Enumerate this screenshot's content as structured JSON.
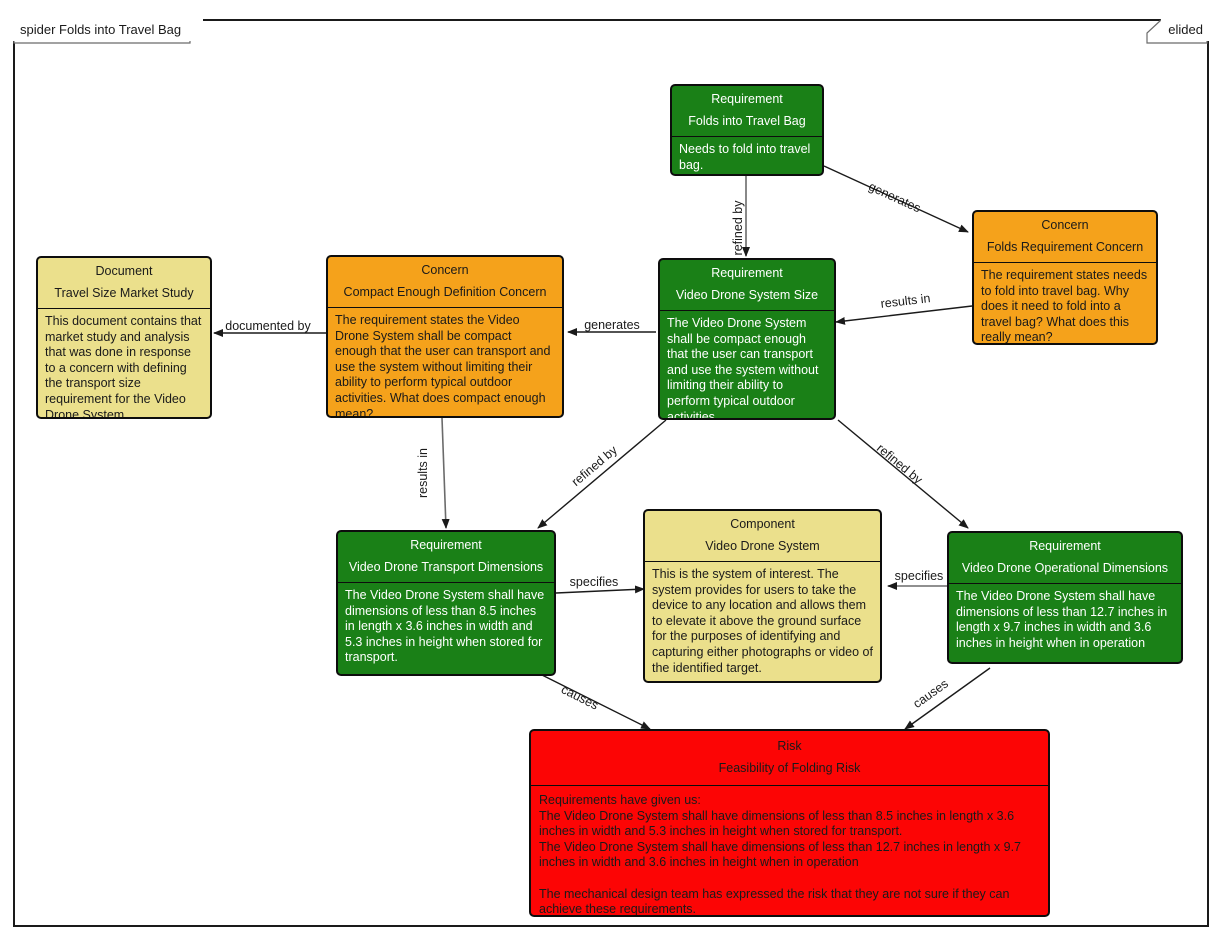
{
  "frame": {
    "title": "spider Folds into Travel Bag",
    "elided_label": "elided"
  },
  "colors": {
    "requirement": "#1a8017",
    "concern": "#f5a21b",
    "document": "#ebe08c",
    "component": "#ebe08c",
    "risk": "#fc0505",
    "border": "#0d0d0d",
    "canvas": "#ffffff"
  },
  "nodes": {
    "folds_into_travel_bag": {
      "stereotype": "Requirement",
      "title": "Folds into Travel Bag",
      "body": "Needs to fold into travel bag."
    },
    "folds_requirement_concern": {
      "stereotype": "Concern",
      "title": "Folds Requirement Concern",
      "body": "The requirement states needs to fold into travel bag. Why does it need to fold into a travel bag? What does this really mean?"
    },
    "video_drone_system_size": {
      "stereotype": "Requirement",
      "title": "Video Drone System Size",
      "body": "The Video Drone System shall be compact enough that the user can transport and use the system without limiting their ability to perform typical outdoor activities."
    },
    "compact_enough_definition_concern": {
      "stereotype": "Concern",
      "title": "Compact Enough Definition Concern",
      "body": "The requirement states the Video Drone System shall be compact enough that the user can transport and use the system without limiting their ability to perform typical outdoor activities. What does compact enough mean?"
    },
    "travel_size_market_study": {
      "stereotype": "Document",
      "title": "Travel Size Market Study",
      "body": "This document contains that market study and analysis that was done in response to a concern with defining the transport size requirement for the Video Drone System"
    },
    "video_drone_transport_dimensions": {
      "stereotype": "Requirement",
      "title": "Video Drone Transport Dimensions",
      "body": "The Video Drone System shall have dimensions of less than 8.5 inches in length x 3.6 inches in width and 5.3 inches in height when stored for transport."
    },
    "video_drone_system": {
      "stereotype": "Component",
      "title": "Video Drone System",
      "body": "This is the system of interest. The system provides for users to take the device to any location and allows them to elevate it above the ground surface for the purposes of identifying and capturing either photographs or video of the identified target."
    },
    "video_drone_operational_dimensions": {
      "stereotype": "Requirement",
      "title": "Video Drone Operational Dimensions",
      "body": "The Video Drone System shall have dimensions of less than 12.7 inches in length x 9.7 inches in width and 3.6 inches in height when in operation"
    },
    "feasibility_of_folding_risk": {
      "stereotype": "Risk",
      "title": "Feasibility of Folding Risk",
      "body": "Requirements have given us:\nThe Video Drone System shall have dimensions of less than 8.5 inches in length x 3.6 inches in width and 5.3 inches in height when stored for transport.\nThe Video Drone System shall have dimensions of less than 12.7 inches in length x 9.7 inches in width and 3.6 inches in height when in operation\n\nThe mechanical design team has expressed the risk that they are not sure if they can achieve these requirements."
    }
  },
  "edges": [
    {
      "id": "e1",
      "label": "refined by",
      "from": "folds_into_travel_bag",
      "to": "video_drone_system_size"
    },
    {
      "id": "e2",
      "label": "generates",
      "from": "folds_into_travel_bag",
      "to": "folds_requirement_concern"
    },
    {
      "id": "e3",
      "label": "results in",
      "from": "folds_requirement_concern",
      "to": "video_drone_system_size"
    },
    {
      "id": "e4",
      "label": "generates",
      "from": "video_drone_system_size",
      "to": "compact_enough_definition_concern"
    },
    {
      "id": "e5",
      "label": "documented by",
      "from": "compact_enough_definition_concern",
      "to": "travel_size_market_study"
    },
    {
      "id": "e6",
      "label": "results in",
      "from": "compact_enough_definition_concern",
      "to": "video_drone_transport_dimensions"
    },
    {
      "id": "e7",
      "label": "refined by",
      "from": "video_drone_system_size",
      "to": "video_drone_transport_dimensions"
    },
    {
      "id": "e8",
      "label": "refined by",
      "from": "video_drone_system_size",
      "to": "video_drone_operational_dimensions"
    },
    {
      "id": "e9",
      "label": "specifies",
      "from": "video_drone_transport_dimensions",
      "to": "video_drone_system"
    },
    {
      "id": "e10",
      "label": "specifies",
      "from": "video_drone_operational_dimensions",
      "to": "video_drone_system"
    },
    {
      "id": "e11",
      "label": "causes",
      "from": "video_drone_transport_dimensions",
      "to": "feasibility_of_folding_risk"
    },
    {
      "id": "e12",
      "label": "causes",
      "from": "video_drone_operational_dimensions",
      "to": "feasibility_of_folding_risk"
    }
  ]
}
